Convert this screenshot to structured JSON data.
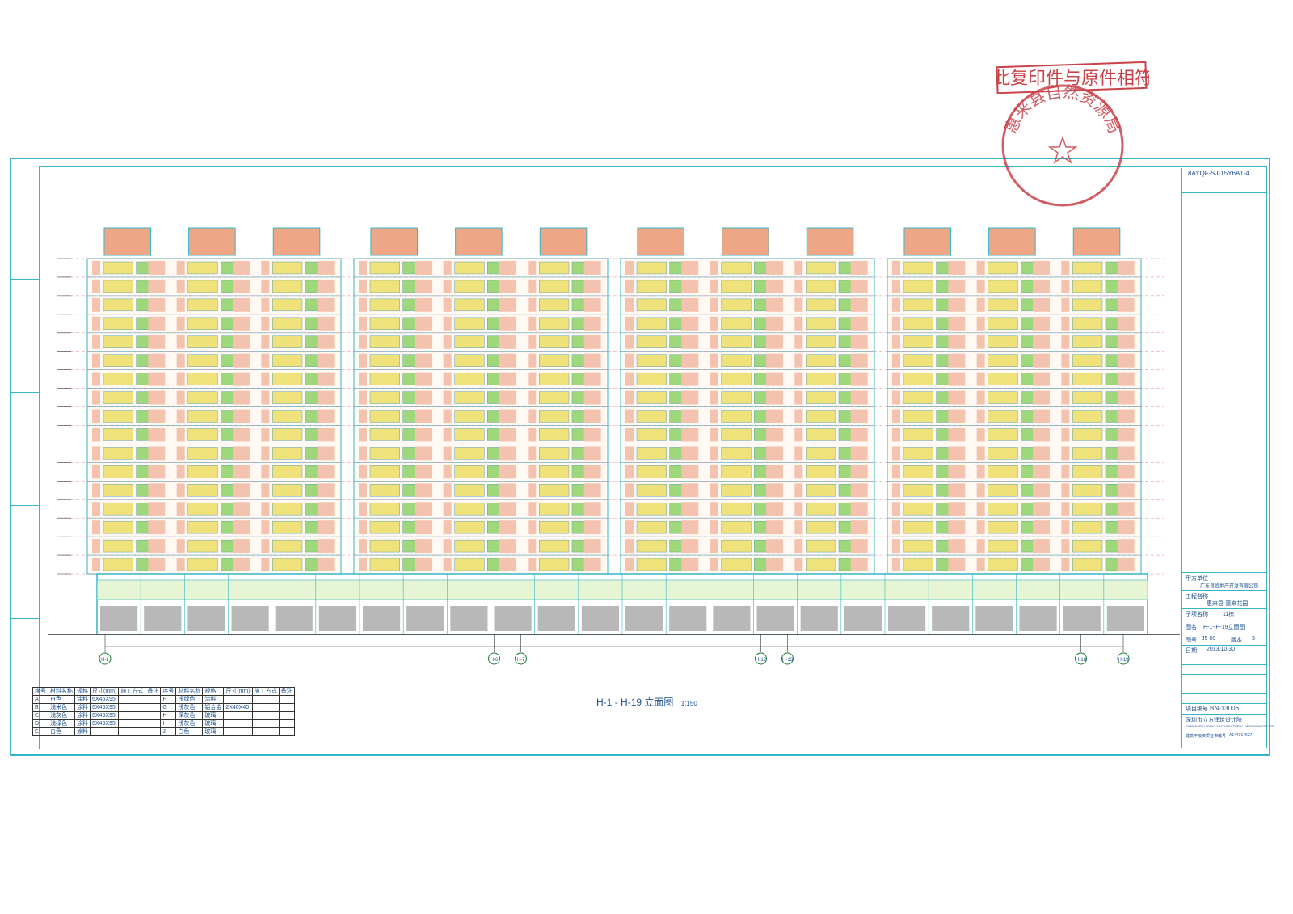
{
  "sheet": {
    "drawing_code": "8AYQF-SJ-15Y6A1-4",
    "caption": "立面图",
    "caption_axes": [
      "H-1",
      "H-19"
    ],
    "scale": "1:150"
  },
  "stamps": {
    "certification_text": "此复印件与原件相符",
    "seal_text": "惠来县自然资源局"
  },
  "colors": {
    "frame": "#34b6c8",
    "facade_pink": "#f4c3b0",
    "roof_block": "#eea786",
    "window_yellow": "#f0e27a",
    "window_green": "#9fd87a",
    "ground_gray": "#9a9a9a",
    "stamp_red": "#c8424a"
  },
  "title_block": {
    "client_label": "甲方单位",
    "client": "广东良贸地产开发有限公司",
    "project_label": "工程名称",
    "project": "惠来县·惠来花园",
    "subitem_label": "子项名称",
    "subitem": "11栋",
    "drawing_label": "图名",
    "drawing": "H-1~H-19立面图",
    "sheet_no_label": "图号",
    "sheet_no": "J5-09",
    "version_label": "版本",
    "version": "3",
    "date_label": "日期",
    "date": "2013.10.30",
    "project_no_label": "项目编号",
    "project_no": "BN-13006",
    "firm": "深圳市立方建筑设计院",
    "firm_en": "SHENZHEN LIFANG ARCHITECTURAL DESIGN INSTITUTE",
    "cert_label": "建筑甲级资质证书编号",
    "cert_no": "A144014627"
  },
  "legend": {
    "headers": [
      "序号",
      "材料名称",
      "规格",
      "尺寸(mm)",
      "施工方式",
      "备注"
    ],
    "rows": [
      [
        "A",
        "白色",
        "涂料",
        "6X45X95",
        "",
        ""
      ],
      [
        "B",
        "浅米色",
        "涂料",
        "6X45X95",
        "",
        ""
      ],
      [
        "C",
        "浅灰色",
        "涂料",
        "6X45X95",
        "",
        ""
      ],
      [
        "D",
        "浅绿色",
        "涂料",
        "6X45X95",
        "",
        ""
      ],
      [
        "E",
        "白色",
        "涂料",
        "",
        "",
        ""
      ]
    ],
    "rows2": [
      [
        "F",
        "浅绿色",
        "涂料",
        "",
        "",
        ""
      ],
      [
        "G",
        "浅灰色",
        "铝合金",
        "2X40X40",
        "",
        ""
      ],
      [
        "H",
        "深灰色",
        "玻璃",
        "",
        "",
        ""
      ],
      [
        "I",
        "浅灰色",
        "玻璃",
        "",
        "",
        ""
      ],
      [
        "J",
        "白色",
        "玻璃",
        "",
        "",
        ""
      ]
    ]
  },
  "axis_bubbles": [
    "H-1",
    "H-6",
    "H-7",
    "H-12",
    "H-13",
    "H-18",
    "H-19"
  ],
  "building": {
    "floors": 17,
    "blocks": 4,
    "bays_per_block": 3
  }
}
